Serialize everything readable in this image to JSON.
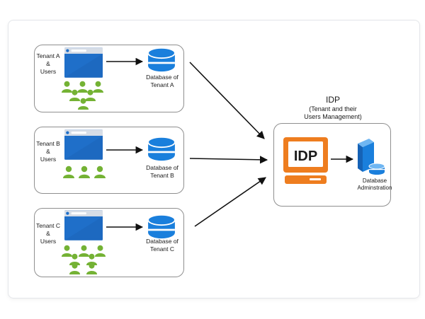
{
  "tenants": [
    {
      "label_lines": [
        "Tenant A",
        "&",
        "Users"
      ],
      "db_label_lines": [
        "Database of",
        "Tenant A"
      ],
      "user_count": 6
    },
    {
      "label_lines": [
        "Tenant B",
        "&",
        "Users"
      ],
      "db_label_lines": [
        "Database of",
        "Tenant B"
      ],
      "user_count": 3
    },
    {
      "label_lines": [
        "Tenant C",
        "&",
        "Users"
      ],
      "db_label_lines": [
        "Database of",
        "Tenant C"
      ],
      "user_count": 7
    }
  ],
  "idp": {
    "title": "IDP",
    "subtitle_lines": [
      "(Tenant and their",
      "Users Management)"
    ],
    "screen_text": "IDP",
    "db_admin_label_lines": [
      "Database",
      "Adminstration"
    ]
  },
  "colors": {
    "browser_blue": "#1f6fc9",
    "browser_bar": "#d7dde6",
    "db_blue": "#1a7fdc",
    "user_green": "#74b234",
    "idp_orange": "#ee7d1f",
    "arrow": "#111111"
  }
}
